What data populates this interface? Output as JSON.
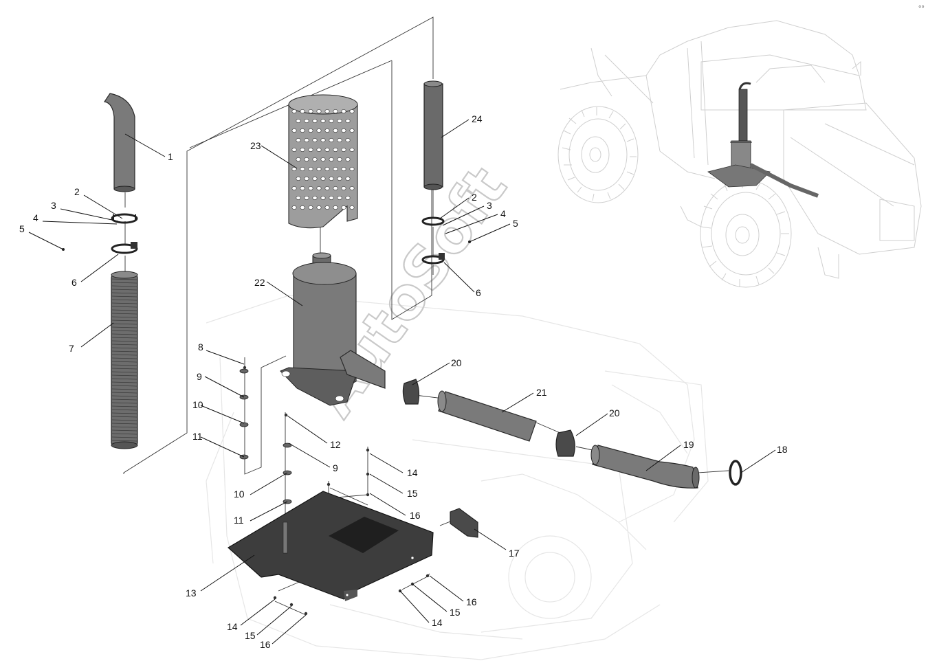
{
  "diagram": {
    "callouts": [
      "1",
      "2",
      "3",
      "4",
      "5",
      "6",
      "7",
      "8",
      "9",
      "10",
      "11",
      "12",
      "13",
      "14",
      "15",
      "16",
      "17",
      "18",
      "19",
      "20",
      "21",
      "22",
      "23",
      "24"
    ],
    "watermark": "AutoSoft",
    "corner_mark": "°°"
  }
}
